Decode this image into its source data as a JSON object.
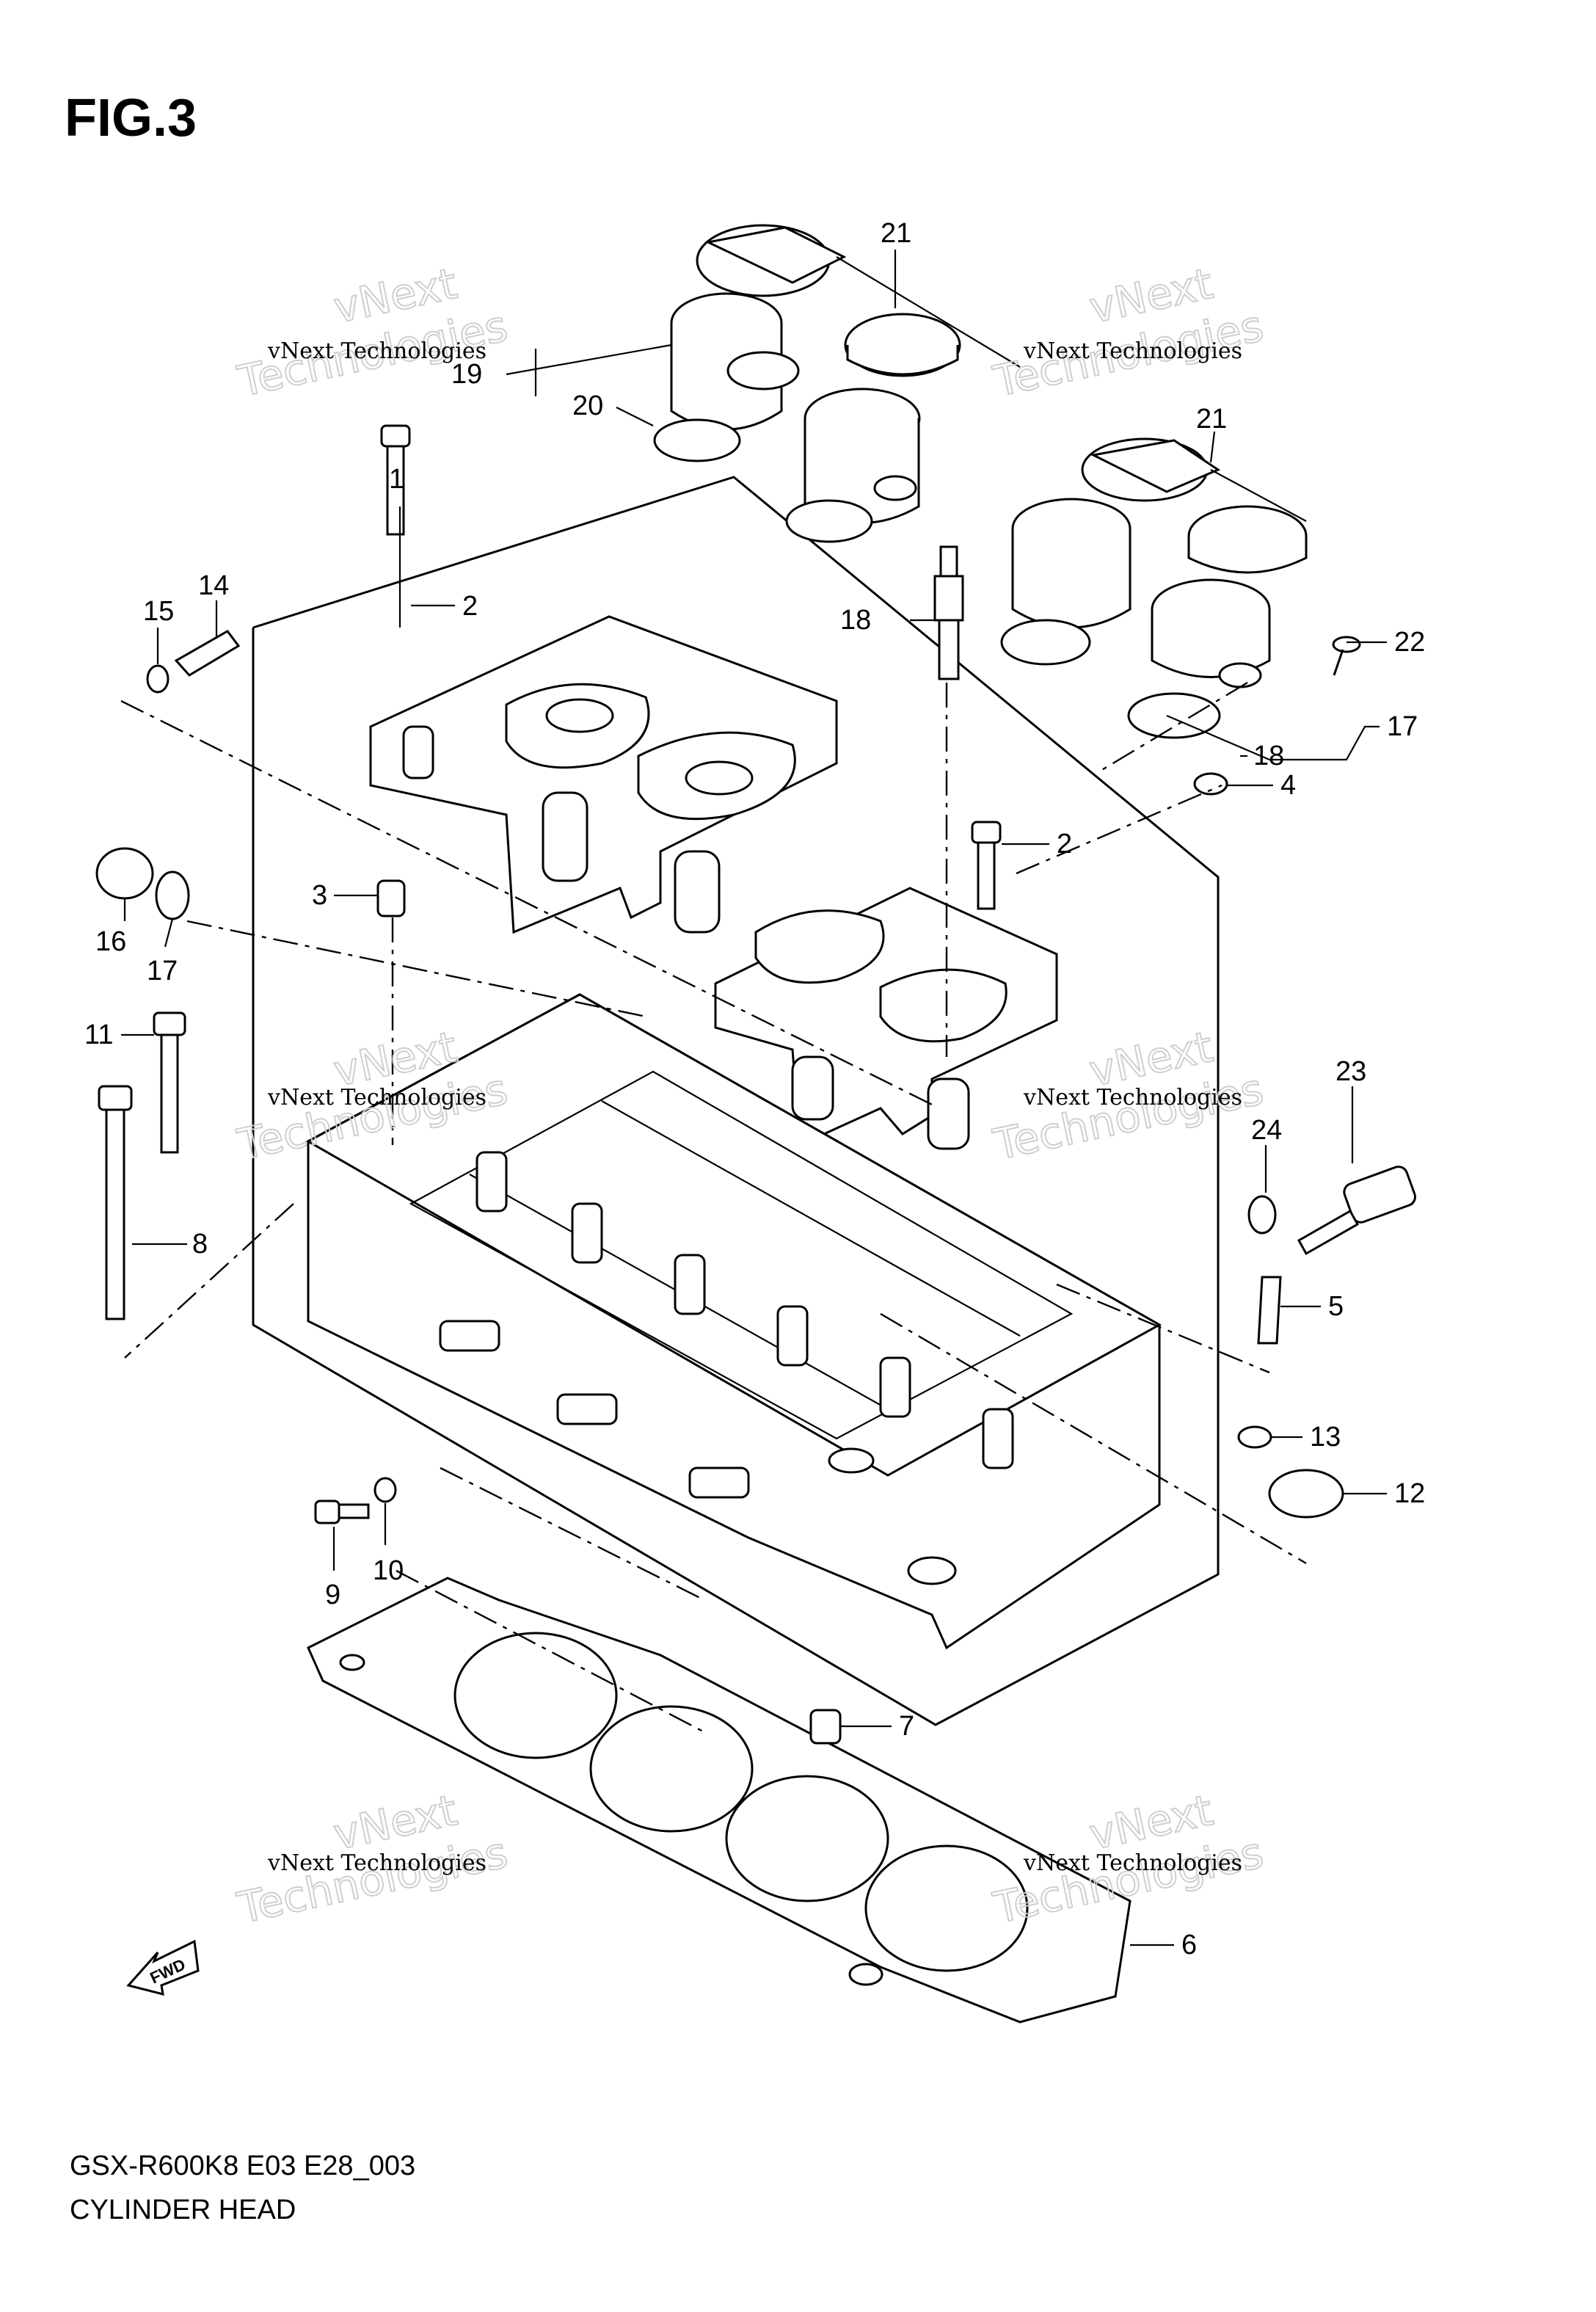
{
  "figure": {
    "title": "FIG.3"
  },
  "footer": {
    "model_code": "GSX-R600K8 E03 E28_003",
    "section_name": "CYLINDER HEAD"
  },
  "watermark": {
    "line": "vNext Technologies",
    "word_top": "vNext",
    "word_bottom": "Technologies"
  },
  "fwd_label": "FWD",
  "callouts": [
    "1",
    "2",
    "2",
    "3",
    "4",
    "5",
    "6",
    "7",
    "8",
    "9",
    "10",
    "11",
    "12",
    "13",
    "14",
    "15",
    "16",
    "17",
    "17",
    "18",
    "18",
    "19",
    "20",
    "21",
    "21",
    "22",
    "23",
    "24"
  ]
}
